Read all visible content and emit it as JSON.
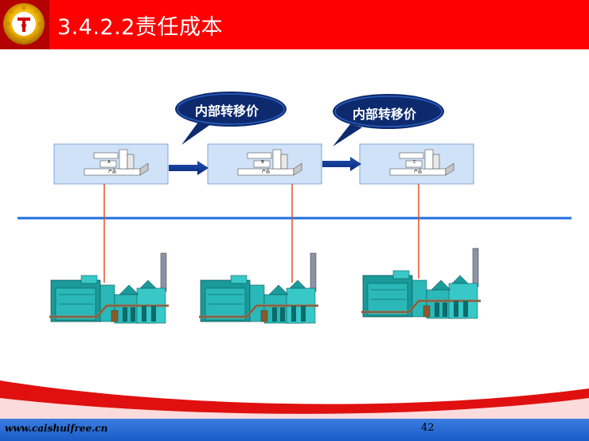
{
  "slide": {
    "title": "3.4.2.2责任成本",
    "footer_url": "www.caishuifree.cn",
    "page_number": "42"
  },
  "transfer_bubbles": [
    {
      "label": "内部转移价"
    },
    {
      "label": "内部转移价"
    }
  ],
  "stages": [
    {
      "letter": "A",
      "product_label": "产品"
    },
    {
      "letter": "B",
      "product_label": "产品"
    },
    {
      "letter": "C",
      "product_label": "产品"
    }
  ],
  "colors": {
    "header_red": "#ff0000",
    "divider_blue": "#1f6fe0",
    "connector_red": "#e0502a",
    "factory_teal": "#2ab8b8",
    "bubble_navy": "#0d2a6e",
    "box_fill": "#cfe2f7"
  },
  "icons": {
    "logo": "emblem-logo-icon",
    "factory": "factory-icon",
    "arrow": "right-arrow-icon"
  }
}
